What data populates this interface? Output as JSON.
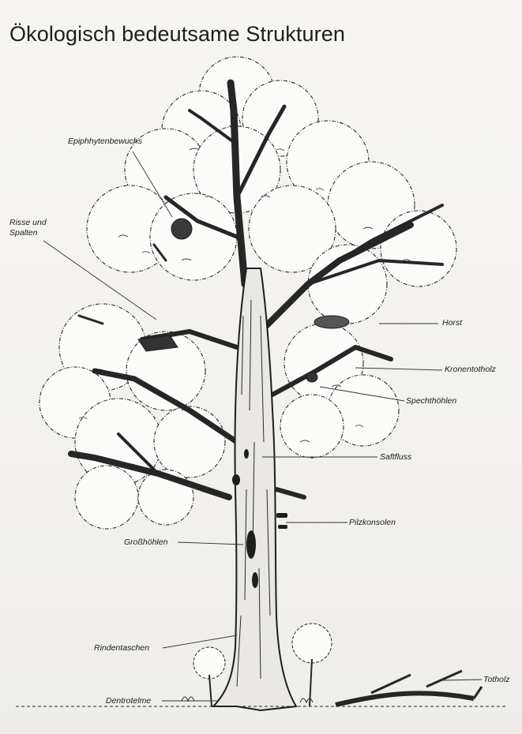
{
  "title": "Ökologisch bedeutsame Strukturen",
  "labels": {
    "epiphyten": "Epiphhytenbewuchs",
    "risse_line1": "Risse und",
    "risse_line2": "Spalten",
    "horst": "Horst",
    "kronentotholz": "Kronentotholz",
    "spechthoehlen": "Spechthöhlen",
    "saftfluss": "Saftfluss",
    "pilzkonsolen": "Pilzkonsolen",
    "grosshoehlen": "Großhöhlen",
    "rindentaschen": "Rindentaschen",
    "dentrotelme": "Dentrotelme",
    "totholz": "Totholz"
  },
  "colors": {
    "ink": "#1b1b1b",
    "paper": "#f4f3f0",
    "bark": "#3a3a3a"
  }
}
